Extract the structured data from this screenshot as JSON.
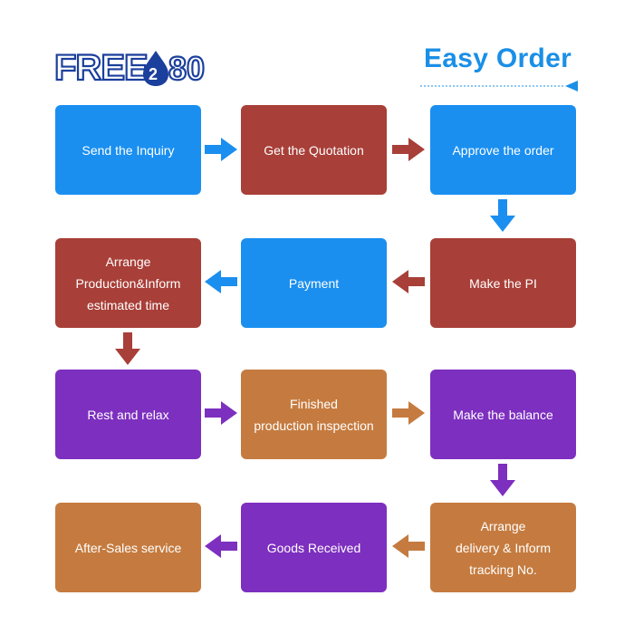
{
  "header": {
    "logo_text": "FREE280",
    "title": "Easy Order"
  },
  "colors": {
    "blue": "#1a8ff0",
    "red": "#a83f38",
    "purple": "#7d2fbf",
    "orange": "#c57b3f",
    "title_blue": "#1a8fe6"
  },
  "steps": [
    {
      "label": "Send the Inquiry",
      "color": "blue"
    },
    {
      "label": "Get the Quotation",
      "color": "red"
    },
    {
      "label": "Approve the order",
      "color": "blue"
    },
    {
      "label": "Make the PI",
      "color": "red"
    },
    {
      "label": "Payment",
      "color": "blue"
    },
    {
      "label": "Arrange\nProduction&Inform\nestimated time",
      "color": "red"
    },
    {
      "label": "Rest and relax",
      "color": "purple"
    },
    {
      "label": "Finished\nproduction inspection",
      "color": "orange"
    },
    {
      "label": "Make the balance",
      "color": "purple"
    },
    {
      "label": "Arrange\ndelivery & Inform\ntracking No.",
      "color": "orange"
    },
    {
      "label": "Goods Received",
      "color": "purple"
    },
    {
      "label": "After-Sales service",
      "color": "orange"
    }
  ],
  "arrows": [
    {
      "from": 1,
      "to": 2,
      "direction": "right",
      "color": "blue"
    },
    {
      "from": 2,
      "to": 3,
      "direction": "right",
      "color": "red"
    },
    {
      "from": 3,
      "to": 4,
      "direction": "down",
      "color": "blue"
    },
    {
      "from": 4,
      "to": 5,
      "direction": "left",
      "color": "red"
    },
    {
      "from": 5,
      "to": 6,
      "direction": "left",
      "color": "blue"
    },
    {
      "from": 6,
      "to": 7,
      "direction": "down",
      "color": "red"
    },
    {
      "from": 7,
      "to": 8,
      "direction": "right",
      "color": "purple"
    },
    {
      "from": 8,
      "to": 9,
      "direction": "right",
      "color": "orange"
    },
    {
      "from": 9,
      "to": 10,
      "direction": "down",
      "color": "purple"
    },
    {
      "from": 10,
      "to": 11,
      "direction": "left",
      "color": "orange"
    },
    {
      "from": 11,
      "to": 12,
      "direction": "left",
      "color": "purple"
    }
  ]
}
